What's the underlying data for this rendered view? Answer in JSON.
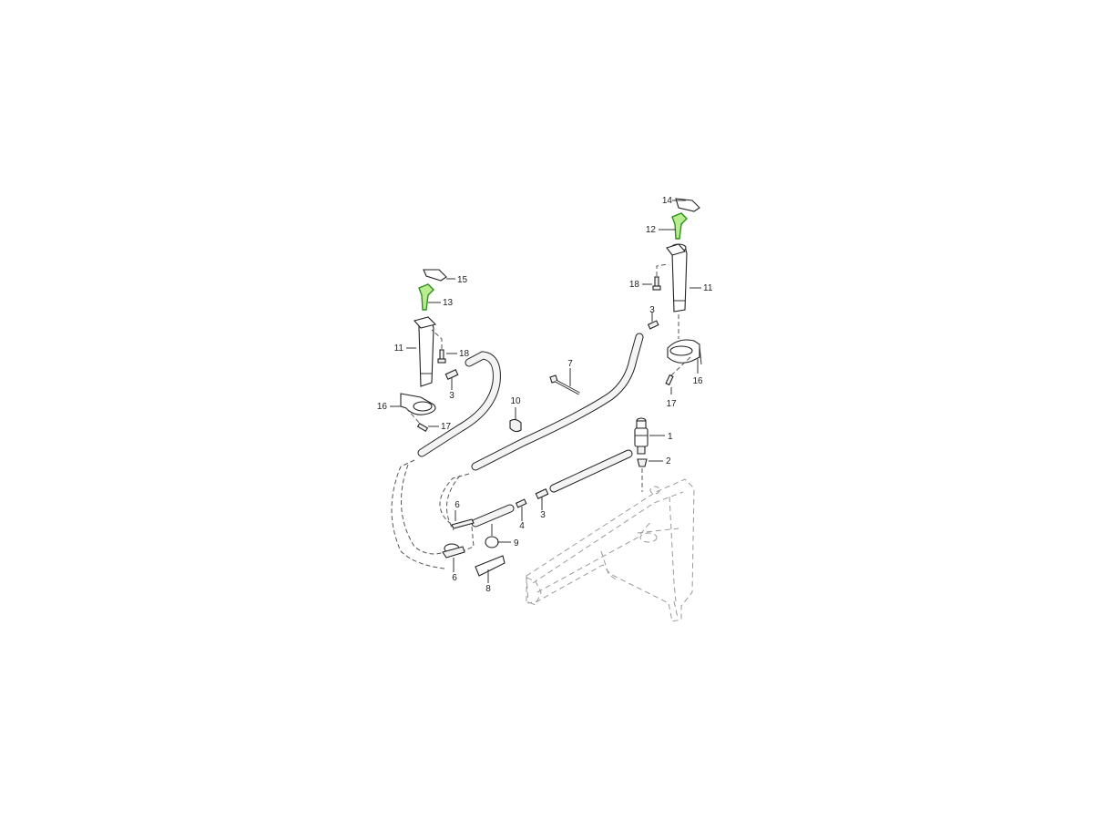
{
  "diagram": {
    "type": "exploded-parts-diagram",
    "subject": "Headlamp washer system",
    "highlight_color": "#b9ec8e",
    "callouts": [
      {
        "id": "c14",
        "label": "14",
        "part": "nozzle cover (right)"
      },
      {
        "id": "c12",
        "label": "12",
        "part": "spray nozzle (right)",
        "highlighted": true
      },
      {
        "id": "c18r",
        "label": "18",
        "part": "bolt"
      },
      {
        "id": "c11r",
        "label": "11",
        "part": "telescopic washer cylinder (right)"
      },
      {
        "id": "c3r",
        "label": "3",
        "part": "connector"
      },
      {
        "id": "c16r",
        "label": "16",
        "part": "bracket (right)"
      },
      {
        "id": "c17r",
        "label": "17",
        "part": "screw"
      },
      {
        "id": "c15",
        "label": "15",
        "part": "nozzle cover (left)"
      },
      {
        "id": "c13",
        "label": "13",
        "part": "spray nozzle (left)",
        "highlighted": true
      },
      {
        "id": "c11l",
        "label": "11",
        "part": "telescopic washer cylinder (left)"
      },
      {
        "id": "c18l",
        "label": "18",
        "part": "bolt"
      },
      {
        "id": "c3l",
        "label": "3",
        "part": "connector"
      },
      {
        "id": "c16l",
        "label": "16",
        "part": "bracket (left)"
      },
      {
        "id": "c17l",
        "label": "17",
        "part": "screw"
      },
      {
        "id": "c7",
        "label": "7",
        "part": "cable tie"
      },
      {
        "id": "c10",
        "label": "10",
        "part": "hose clip"
      },
      {
        "id": "c1",
        "label": "1",
        "part": "washer pump"
      },
      {
        "id": "c2",
        "label": "2",
        "part": "grommet"
      },
      {
        "id": "c3m",
        "label": "3",
        "part": "connector"
      },
      {
        "id": "c4",
        "label": "4",
        "part": "connector"
      },
      {
        "id": "c6a",
        "label": "6",
        "part": "T-piece"
      },
      {
        "id": "c6b",
        "label": "6",
        "part": "T-piece / valve"
      },
      {
        "id": "c9",
        "label": "9",
        "part": "check valve"
      },
      {
        "id": "c8",
        "label": "8",
        "part": "holder"
      }
    ]
  }
}
